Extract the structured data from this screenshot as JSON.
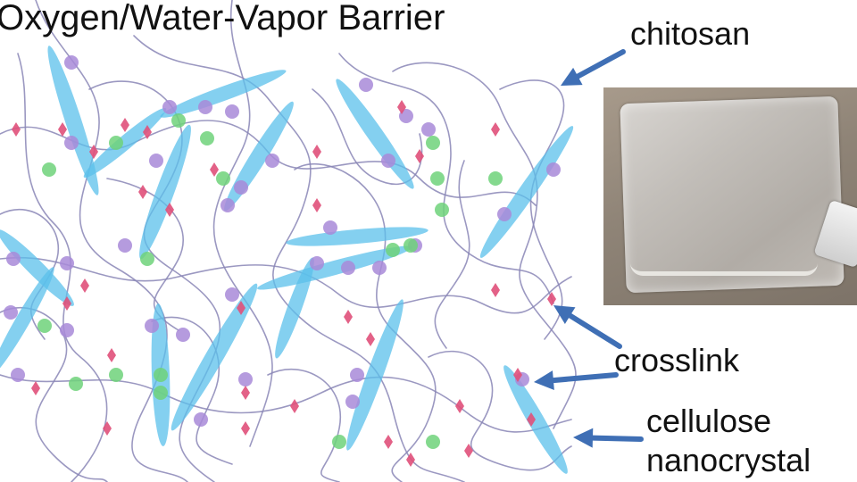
{
  "title": "Oxygen/Water-Vapor Barrier",
  "labels": {
    "chitosan": "chitosan",
    "crosslink": "crosslink",
    "cnc_line1": "cellulose",
    "cnc_line2": "nanocrystal"
  },
  "colors": {
    "nanocrystal": "#5bc0eb",
    "chitosan_strand": "#8a86b6",
    "crosslink": "#e0507a",
    "purple_dot": "#a88ad8",
    "green_dot": "#6fd27a",
    "arrow": "#3f6fb5"
  },
  "icons": {
    "photo": "chitosan-film-photo"
  }
}
